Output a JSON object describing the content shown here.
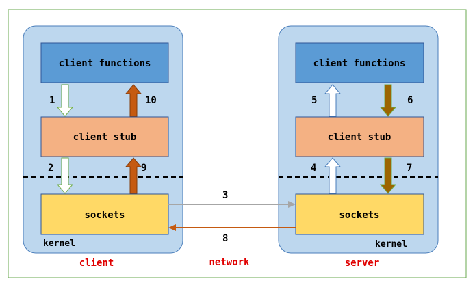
{
  "client": {
    "functions_label": "client functions",
    "stub_label": "client stub",
    "sockets_label": "sockets",
    "kernel_label": "kernel",
    "caption": "client"
  },
  "server": {
    "functions_label": "client functions",
    "stub_label": "client stub",
    "sockets_label": "sockets",
    "kernel_label": "kernel",
    "caption": "server"
  },
  "network": {
    "caption": "network"
  },
  "steps": {
    "s1": "1",
    "s2": "2",
    "s3": "3",
    "s4": "4",
    "s5": "5",
    "s6": "6",
    "s7": "7",
    "s8": "8",
    "s9": "9",
    "s10": "10"
  },
  "colors": {
    "frame_border": "#6aa84f",
    "panel_fill": "#bdd7ee",
    "panel_border": "#4a7ebb",
    "functions_fill": "#5b9bd5",
    "stub_fill": "#f4b183",
    "sockets_fill": "#ffd966",
    "box_border": "#2f5597",
    "caption_red": "#e00000",
    "down_arrow_outline": "#70ad47",
    "up_arrow_fill": "#c55a11",
    "server_down_fill": "#9c6500",
    "server_down_outline": "#70ad47",
    "server_up_outline": "#4a7ebb",
    "net_arrow_3": "#a6a6a6",
    "net_arrow_8": "#c55a11"
  }
}
